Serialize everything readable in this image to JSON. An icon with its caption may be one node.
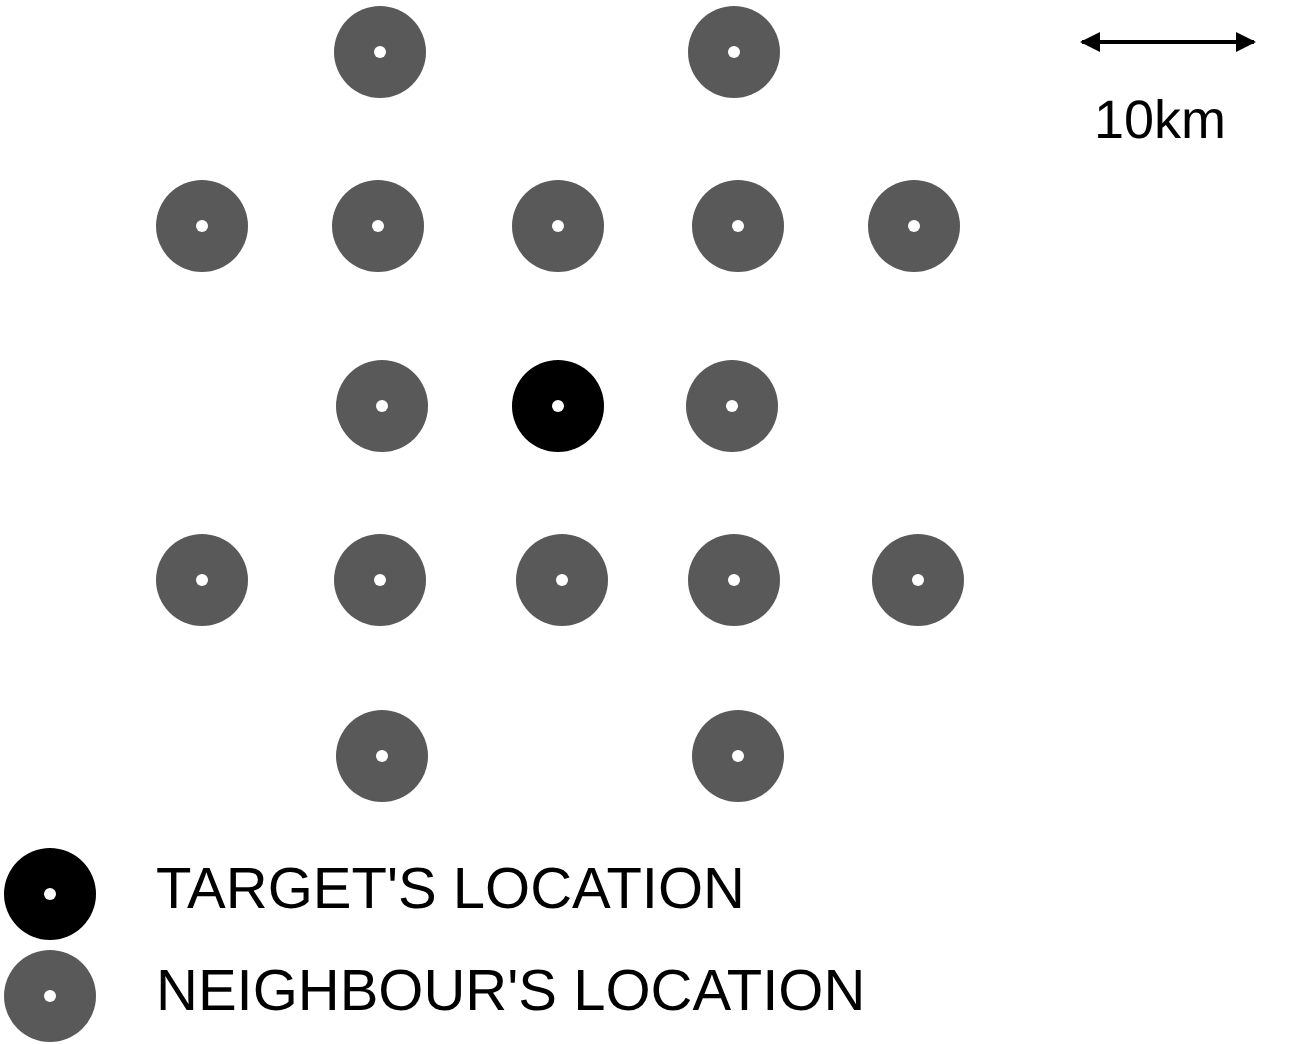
{
  "diagram": {
    "nodes": [
      {
        "text": [],
        "shape": "circle"
      },
      {
        "text": [],
        "shape": "circle"
      },
      {
        "text": [],
        "shape": "circle"
      },
      {
        "text": [],
        "shape": "circle"
      },
      {
        "text": [],
        "shape": "circle"
      },
      {
        "text": [],
        "shape": "circle"
      },
      {
        "text": [],
        "shape": "circle"
      },
      {
        "text": [],
        "shape": "circle"
      },
      {
        "text": [],
        "shape": "circle"
      },
      {
        "text": [],
        "shape": "circle"
      },
      {
        "text": [],
        "shape": "circle"
      },
      {
        "text": [],
        "shape": "circle"
      },
      {
        "text": [],
        "shape": "circle"
      },
      {
        "text": [],
        "shape": "circle"
      },
      {
        "text": [],
        "shape": "circle"
      },
      {
        "text": [],
        "shape": "circle"
      },
      {
        "text": [],
        "shape": "circle"
      }
    ],
    "labels": [
      "10km"
    ],
    "legend": [
      {
        "text": "TARGET'S LOCATION",
        "color": "#000000"
      },
      {
        "text": "NEIGHBOUR'S LOCATION",
        "color": "#595959"
      }
    ]
  }
}
